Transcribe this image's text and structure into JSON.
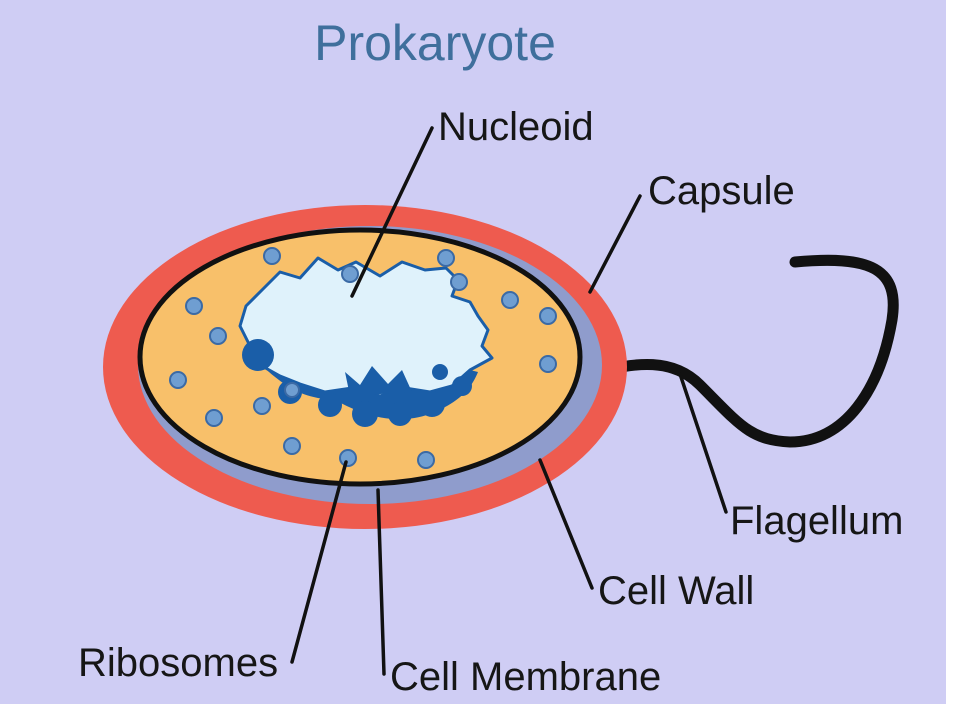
{
  "title": "Prokaryote",
  "labels": {
    "nucleoid": "Nucleoid",
    "capsule": "Capsule",
    "flagellum": "Flagellum",
    "cell_wall": "Cell Wall",
    "ribosomes": "Ribosomes",
    "cell_membrane": "Cell Membrane"
  },
  "colors": {
    "background": "#cfcdf4",
    "title": "#3f6f9c",
    "capsule": "#ee5b4f",
    "cell_wall": "#8f9ccc",
    "cytoplasm": "#f8c06a",
    "nucleoid_fill": "#dff2fb",
    "dna": "#1a5ea8",
    "ribosome": "#6f9ed1",
    "outline": "#111111"
  }
}
